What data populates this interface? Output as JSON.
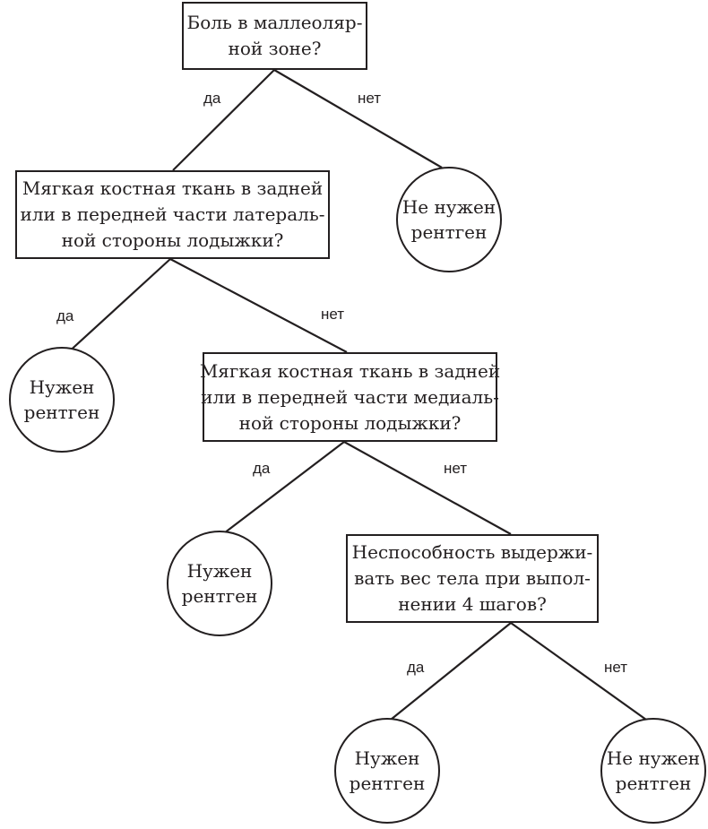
{
  "q1": {
    "lines": [
      "Боль в маллеоляр-",
      "ной зоне?"
    ]
  },
  "q2": {
    "lines": [
      "Мягкая костная ткань в задней",
      "или в передней части латераль-",
      "ной стороны лодыжки?"
    ]
  },
  "q3": {
    "lines": [
      "Мягкая костная ткань в задней",
      "или в передней части медиаль-",
      "ной стороны лодыжки?"
    ]
  },
  "q4": {
    "lines": [
      "Неспособность выдержи-",
      "вать вес тела при выпол-",
      "нении 4 шагов?"
    ]
  },
  "out_q1_no": {
    "lines": [
      "Не нужен",
      "рентген"
    ]
  },
  "out_q2_yes": {
    "lines": [
      "Нужен",
      "рентген"
    ]
  },
  "out_q3_yes": {
    "lines": [
      "Нужен",
      "рентген"
    ]
  },
  "out_q4_yes": {
    "lines": [
      "Нужен",
      "рентген"
    ]
  },
  "out_q4_no": {
    "lines": [
      "Не нужен",
      "рентген"
    ]
  },
  "labels": {
    "q1_yes": "да",
    "q1_no": "нет",
    "q2_yes": "да",
    "q2_no": "нет",
    "q3_yes": "да",
    "q3_no": "нет",
    "q4_yes": "да",
    "q4_no": "нет"
  }
}
